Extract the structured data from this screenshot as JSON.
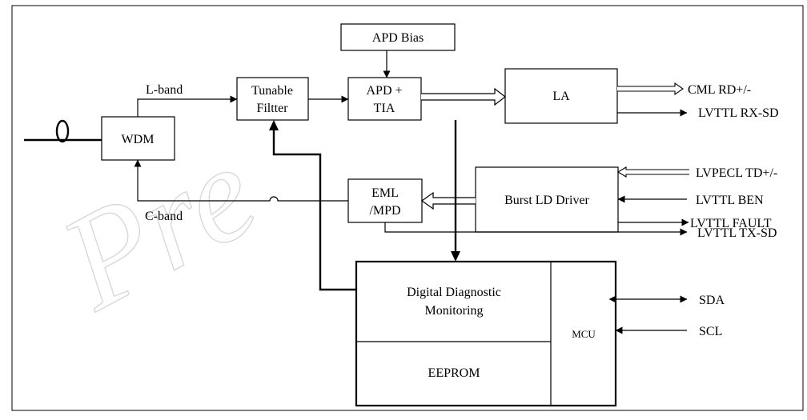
{
  "watermark": "Pre",
  "blocks": {
    "wdm": "WDM",
    "tunable_filter": [
      "Tunable",
      "Filtter"
    ],
    "apd_bias": "APD Bias",
    "apd_tia": [
      "APD +",
      "TIA"
    ],
    "la": "LA",
    "eml_mpd": [
      "EML",
      "/MPD"
    ],
    "burst_ld_driver": "Burst LD Driver",
    "ddm": [
      "Digital Diagnostic",
      "Monitoring"
    ],
    "eeprom": "EEPROM",
    "mcu": "MCU"
  },
  "labels": {
    "l_band": "L-band",
    "c_band": "C-band"
  },
  "signals": {
    "cml_rd": "CML RD+/-",
    "lvttl_rx_sd": "LVTTL RX-SD",
    "lvpecl_td": "LVPECL TD+/-",
    "lvttl_ben": "LVTTL BEN",
    "lvttl_fault": "LVTTL FAULT",
    "lvttl_tx_sd": "LVTTL TX-SD",
    "sda": "SDA",
    "scl": "SCL"
  }
}
